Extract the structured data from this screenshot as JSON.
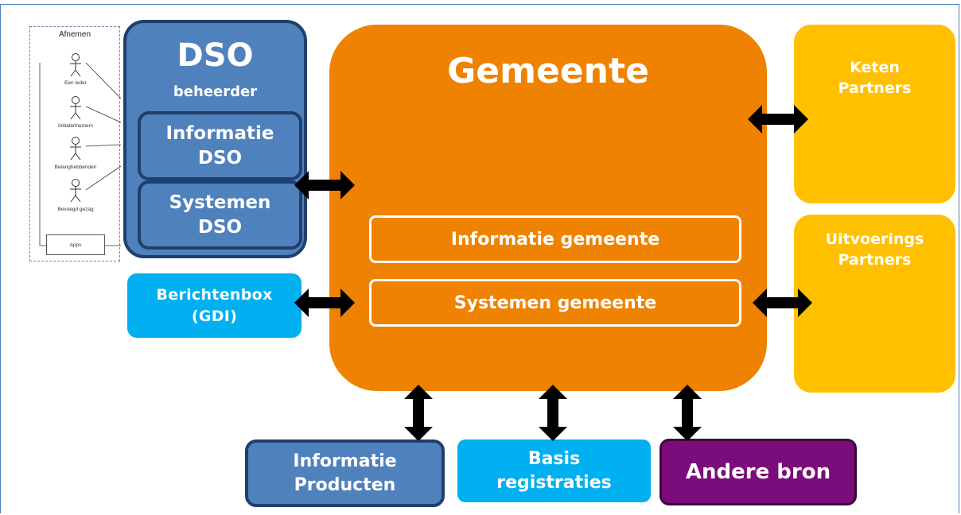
{
  "afnemen": {
    "title": "Afnemen",
    "actors": [
      "Een ieder",
      "Initiatiefnemers",
      "Belanghebbenden",
      "Bevoegd gezag"
    ],
    "apps_label": "Apps"
  },
  "dso": {
    "title": "DSO",
    "subtitle": "beheerder",
    "informatie": [
      "Informatie",
      "DSO"
    ],
    "systemen": [
      "Systemen",
      "DSO"
    ]
  },
  "berichtenbox": [
    "Berichtenbox",
    "(GDI)"
  ],
  "gemeente": {
    "title": "Gemeente",
    "informatie": "Informatie gemeente",
    "systemen": "Systemen gemeente"
  },
  "keten": [
    "Keten",
    "Partners"
  ],
  "uitvoerings": [
    "Uitvoerings",
    "Partners"
  ],
  "informatie_producten": [
    "Informatie",
    "Producten"
  ],
  "basis": [
    "Basis",
    "registraties"
  ],
  "andere_bron": "Andere bron",
  "colors": {
    "dso_blue": "#4f81bd",
    "dso_border": "#1f3f6c",
    "cyan": "#00b0f0",
    "orange": "#ef8200",
    "yellow": "#ffc000",
    "purple": "#7b0c7b"
  }
}
